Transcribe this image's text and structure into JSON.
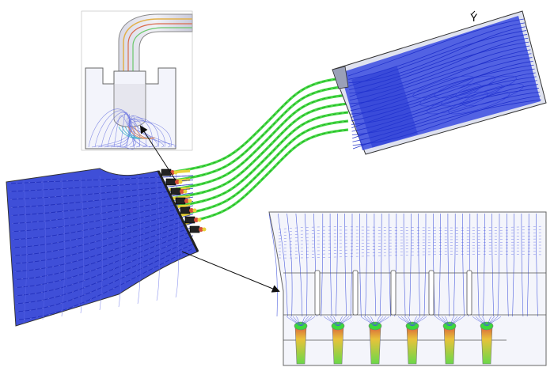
{
  "figure": {
    "axis_label": "Y",
    "colors": {
      "background": "#ffffff",
      "plenum_fill": "#3f4fd8",
      "streamline_blue": "#2a3bd6",
      "streamline_green": "#3cd83c",
      "streamline_yellow": "#e8d23a",
      "streamline_red": "#d8503a",
      "outline": "#333333",
      "inset_fill": "#f4f5fb",
      "arrow": "#111111"
    },
    "icons": {
      "inlet_plenum": "blue-streamline-body",
      "outlet_plenum": "blue-streamline-body",
      "tube_bundle": "green-streamline-tubes",
      "inset_pipe": "curved-pipe-detail",
      "inset_slots": "slot-array-detail"
    }
  }
}
